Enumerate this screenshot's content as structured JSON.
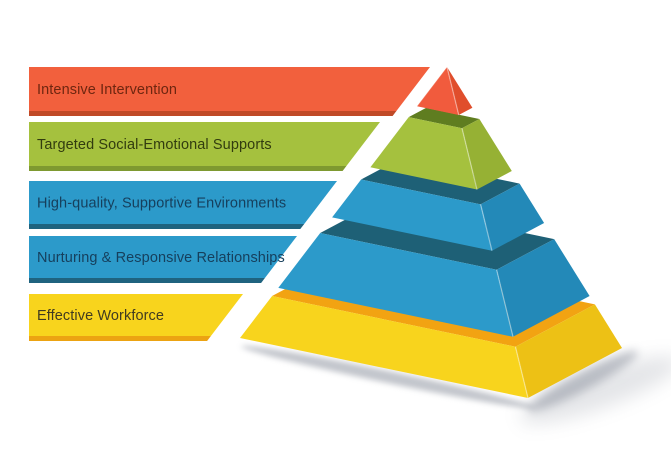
{
  "diagram": {
    "background": "#FFFFFF",
    "shadow_color": "#868C99",
    "levels": [
      {
        "id": "intensive-intervention",
        "label": "Intensive Intervention",
        "bar_fill": "#F2603D",
        "bar_edge": "#C04A27",
        "label_color": "#6E2610",
        "pyramid_front": "#F15B3D",
        "pyramid_side": "#E04E2C",
        "pyramid_top": ""
      },
      {
        "id": "targeted-social-emotional-supports",
        "label": "Targeted Social-Emotional Supports",
        "bar_fill": "#A5C13E",
        "bar_edge": "#7E9930",
        "label_color": "#323C0F",
        "pyramid_front": "#A5C13E",
        "pyramid_side": "#96B134",
        "pyramid_top": "#5F7D20"
      },
      {
        "id": "high-quality-supportive-environments",
        "label": "High-quality, Supportive Environments",
        "bar_fill": "#2C9ACA",
        "bar_edge": "#1F637F",
        "label_color": "#163F5C",
        "pyramid_front": "#2C9ACA",
        "pyramid_side": "#2389B8",
        "pyramid_top": "#1E6076"
      },
      {
        "id": "nurturing-responsive-relationships",
        "label": "Nurturing & Responsive Relationships",
        "bar_fill": "#2C9ACA",
        "bar_edge": "#1F637F",
        "label_color": "#163F5C",
        "pyramid_front": "#2C9ACA",
        "pyramid_side": "#2389B8",
        "pyramid_top": "#1E6076"
      },
      {
        "id": "effective-workforce",
        "label": "Effective Workforce",
        "bar_fill": "#F8D41D",
        "bar_edge": "#ECA312",
        "label_color": "#403B20",
        "pyramid_front": "#F8D41D",
        "pyramid_side": "#EDC115",
        "pyramid_top": "#F2A312"
      }
    ]
  }
}
